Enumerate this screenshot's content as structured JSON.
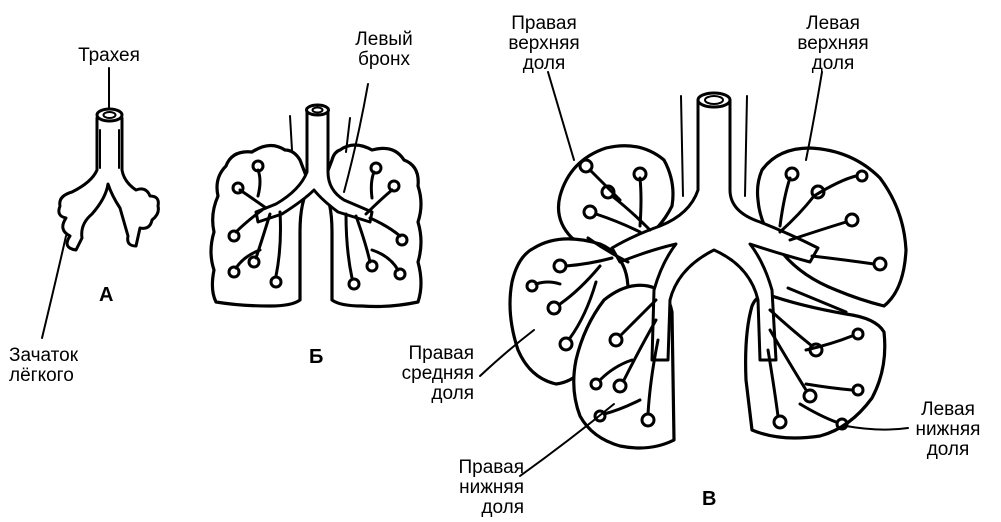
{
  "labels": {
    "trachea": "Трахея",
    "lung_bud": "Зачаток\nлёгкого",
    "left_bronchus": "Левый\nбронх",
    "right_upper_lobe": "Правая\nверхняя\nдоля",
    "left_upper_lobe": "Левая\nверхняя\nдоля",
    "right_middle_lobe": "Правая\nсредняя\nдоля",
    "right_lower_lobe": "Правая\nнижняя\nдоля",
    "left_lower_lobe": "Левая\nнижняя\nдоля"
  },
  "stages": {
    "a": "А",
    "b": "Б",
    "c": "В"
  }
}
